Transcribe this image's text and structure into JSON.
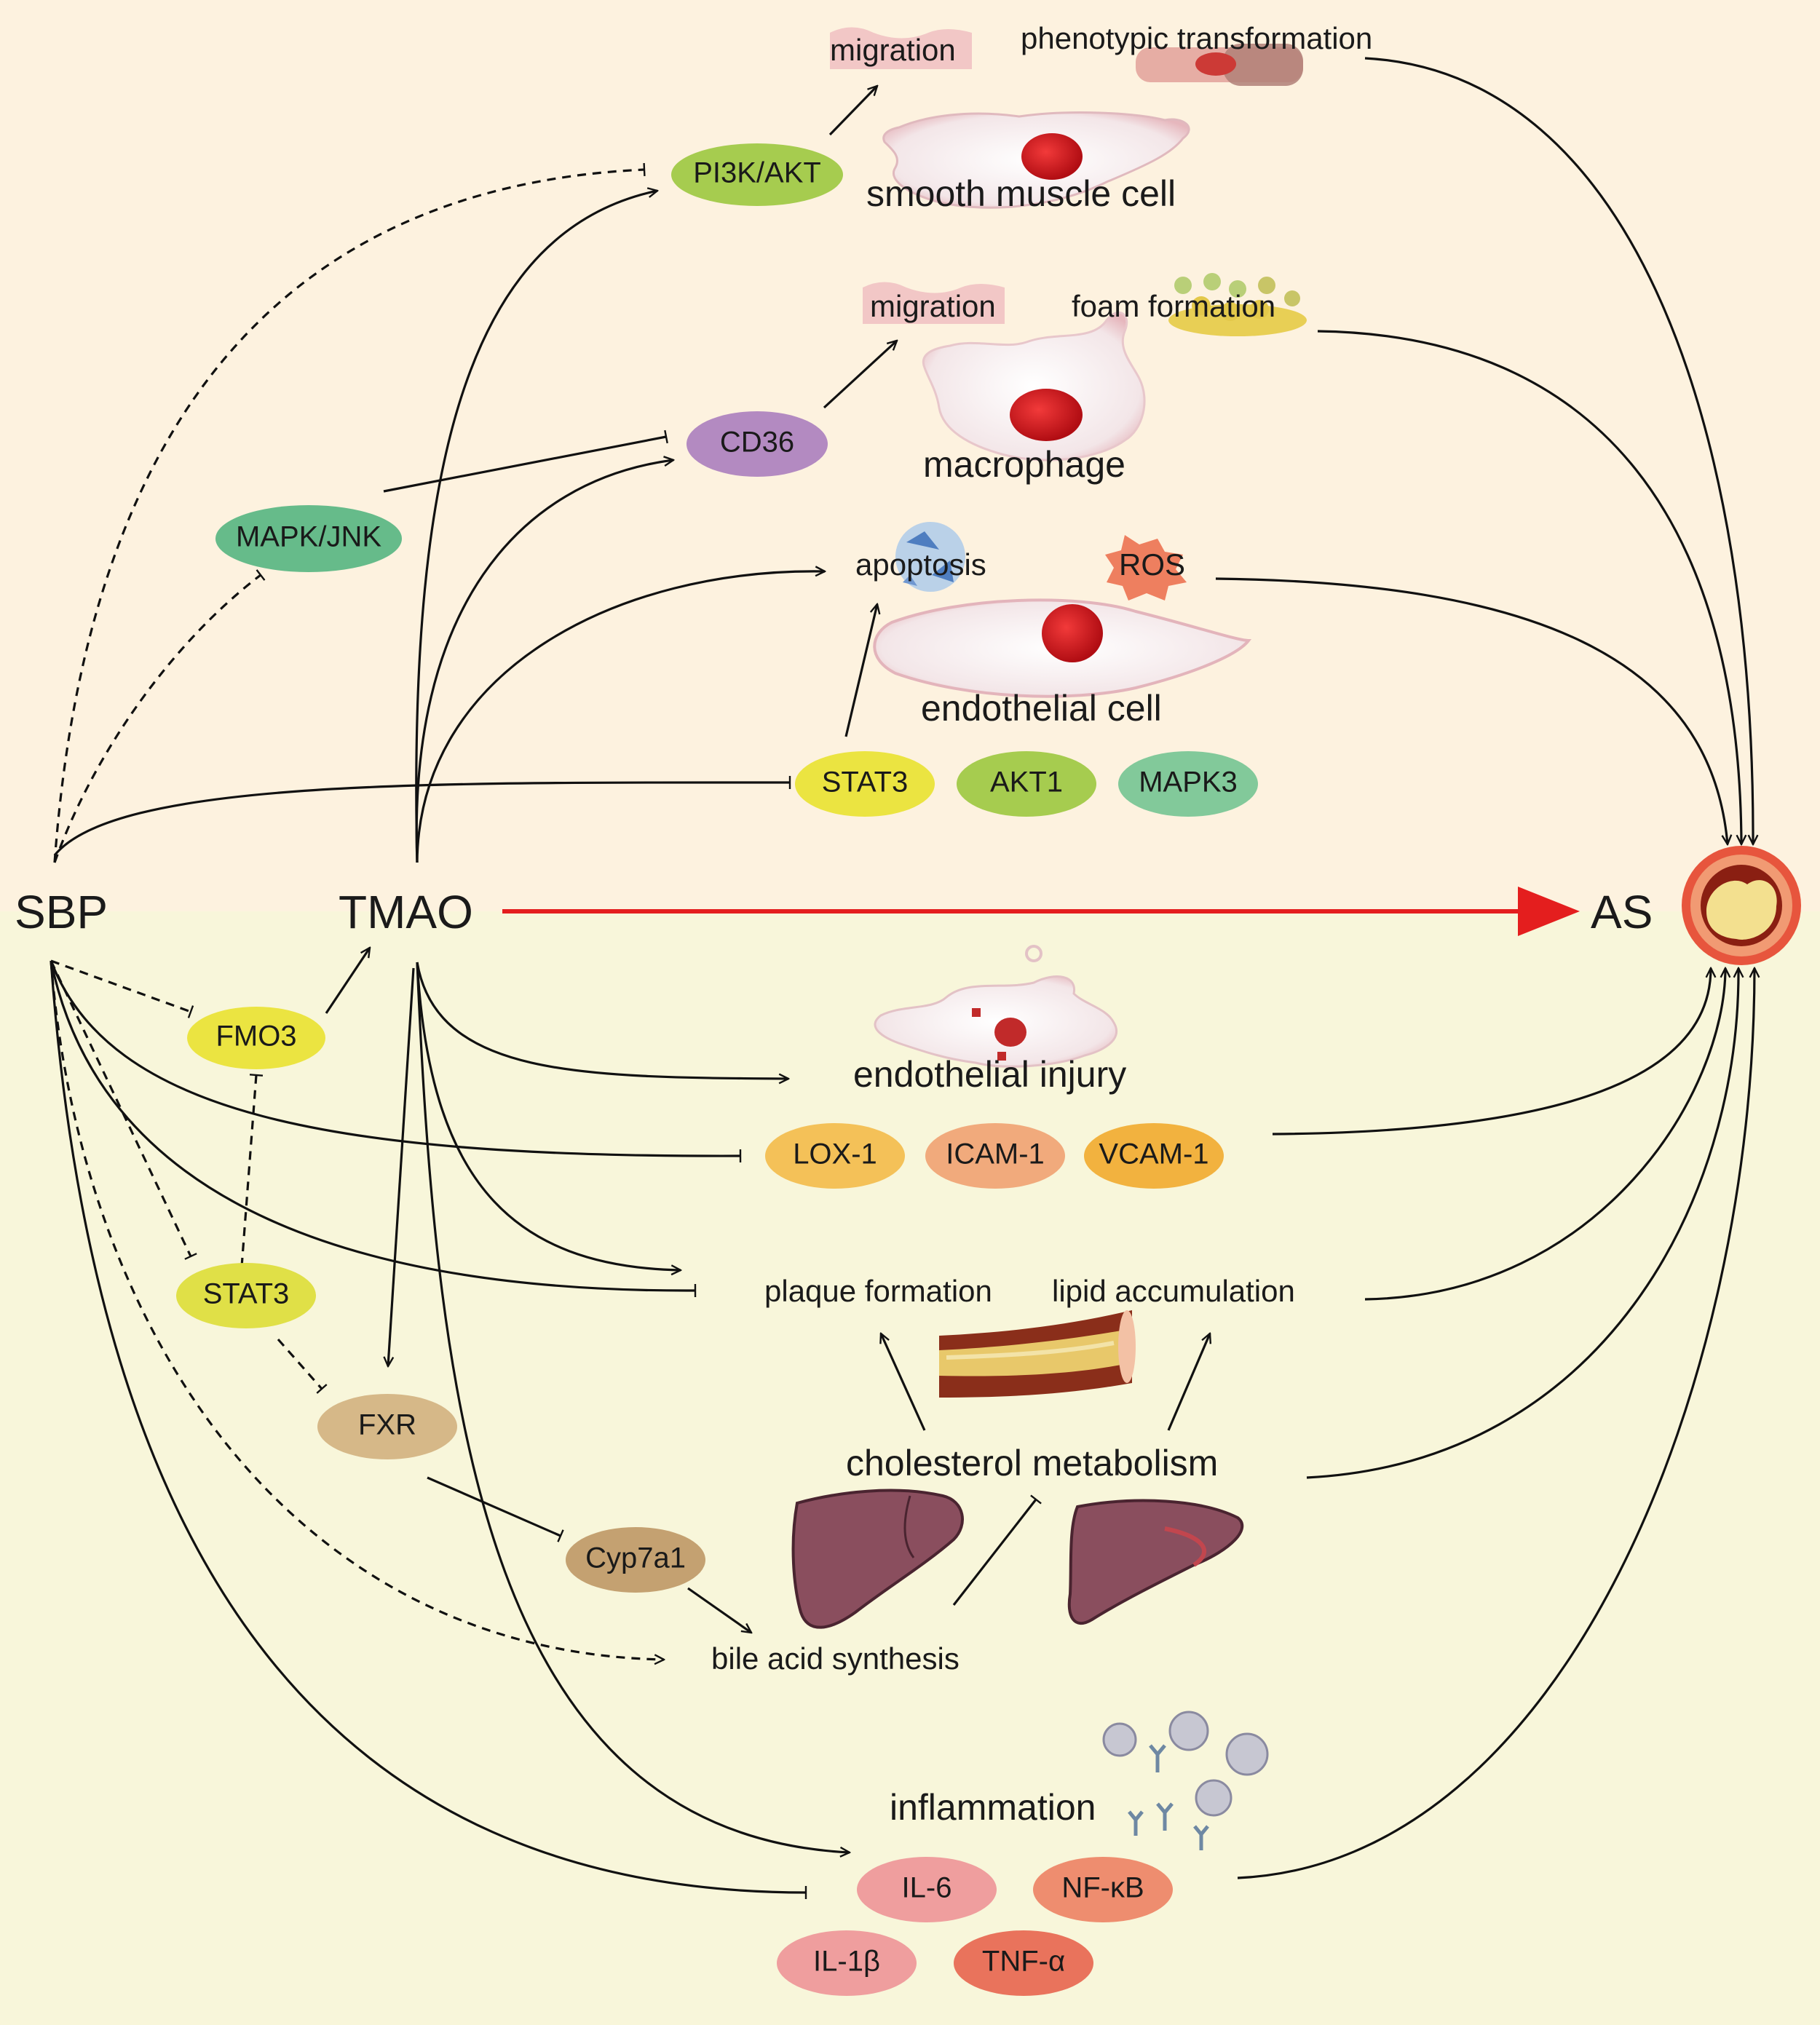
{
  "colors": {
    "bg_top": "#fdf2df",
    "bg_bottom": "#f8f6da",
    "main_arrow": "#e41e1e"
  },
  "main": {
    "sbp": "SBP",
    "tmao": "TMAO",
    "as": "AS"
  },
  "top": {
    "smc": {
      "migration": "migration",
      "phenotypic": "phenotypic transformation",
      "node": "PI3K/AKT",
      "cell": "smooth muscle cell"
    },
    "macro": {
      "migration": "migration",
      "foam": "foam formation",
      "node": "CD36",
      "cell": "macrophage"
    },
    "mapk_jnk": "MAPK/JNK",
    "endo": {
      "apoptosis": "apoptosis",
      "ros": "ROS",
      "cell": "endothelial cell",
      "stat3": "STAT3",
      "akt1": "AKT1",
      "mapk3": "MAPK3"
    }
  },
  "bottom": {
    "fmo3": "FMO3",
    "stat3": "STAT3",
    "fxr": "FXR",
    "cyp7a1": "Cyp7a1",
    "injury": {
      "title": "endothelial injury",
      "lox1": "LOX-1",
      "icam1": "ICAM-1",
      "vcam1": "VCAM-1"
    },
    "plaque": "plaque formation",
    "lipid": "lipid accumulation",
    "cholesterol": "cholesterol metabolism",
    "bile": "bile acid synthesis",
    "inflammation": {
      "title": "inflammation",
      "il6": "IL-6",
      "nfkb": "NF-κB",
      "il1b": "IL-1β",
      "tnfa": "TNF-α"
    }
  }
}
